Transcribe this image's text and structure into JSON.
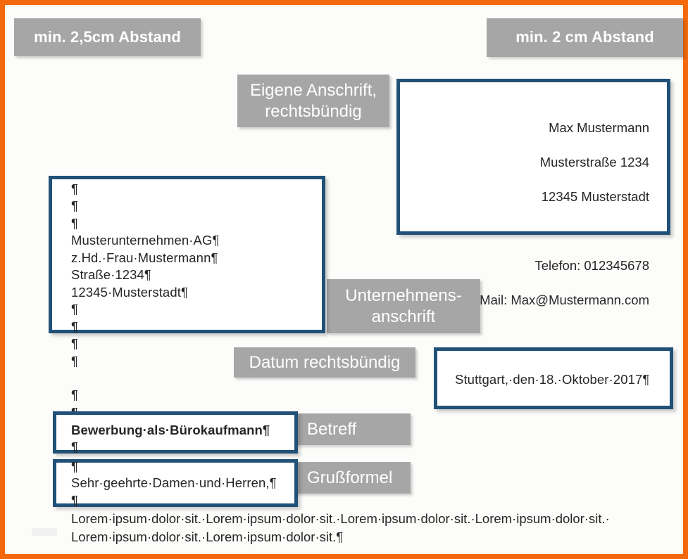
{
  "page": {
    "border_color": "#f4690d",
    "background": "#fcfcfa",
    "box_border_color": "#215177",
    "label_background": "#a6a6a6",
    "label_text_color": "#ffffff"
  },
  "labels": {
    "margin_left": "min. 2,5cm Abstand",
    "margin_right": "min. 2 cm Abstand",
    "own_address": "Eigene Anschrift,\nrechtsbündig",
    "company_address": "Unternehmens-\nanschrift",
    "date_right": "Datum rechtsbündig",
    "subject": "Betreff",
    "salutation": "Grußformel"
  },
  "sender_block": {
    "name": "Max Mustermann",
    "street": "Musterstraße 1234",
    "city": "12345 Musterstadt",
    "blank": "",
    "phone": "Telefon: 012345678",
    "mail": "Mail: Max@Mustermann.com"
  },
  "recipient_block": {
    "lines": [
      "¶",
      "¶",
      "¶",
      "Musterunternehmen·AG¶",
      "z.Hd.·Frau·Mustermann¶",
      "Straße·1234¶",
      "12345·Musterstadt¶",
      "¶",
      "¶"
    ]
  },
  "gap_marks": {
    "after_recipient": [
      "¶",
      "¶",
      "¶"
    ],
    "before_subject": [
      "¶",
      "¶"
    ],
    "after_subject": [
      "¶",
      "¶"
    ],
    "after_salutation": [
      "¶"
    ]
  },
  "date_block": {
    "text": "Stuttgart,·den·18.·Oktober·2017¶"
  },
  "subject_block": {
    "pilcrow_top": "¶",
    "text": "Bewerbung·als·Bürokaufmann¶",
    "pilcrow_bottom": "¶"
  },
  "salutation_block": {
    "pilcrow_top": "¶",
    "text": "Sehr·geehrte·Damen·und·Herren,¶",
    "pilcrow_bottom": "¶"
  },
  "body_text": {
    "paragraph": "Lorem·ipsum·dolor·sit.·Lorem·ipsum·dolor·sit.·Lorem·ipsum·dolor·sit.·Lorem·ipsum·dolor·sit.·\nLorem·ipsum·dolor·sit.·Lorem·ipsum·dolor·sit.¶"
  }
}
